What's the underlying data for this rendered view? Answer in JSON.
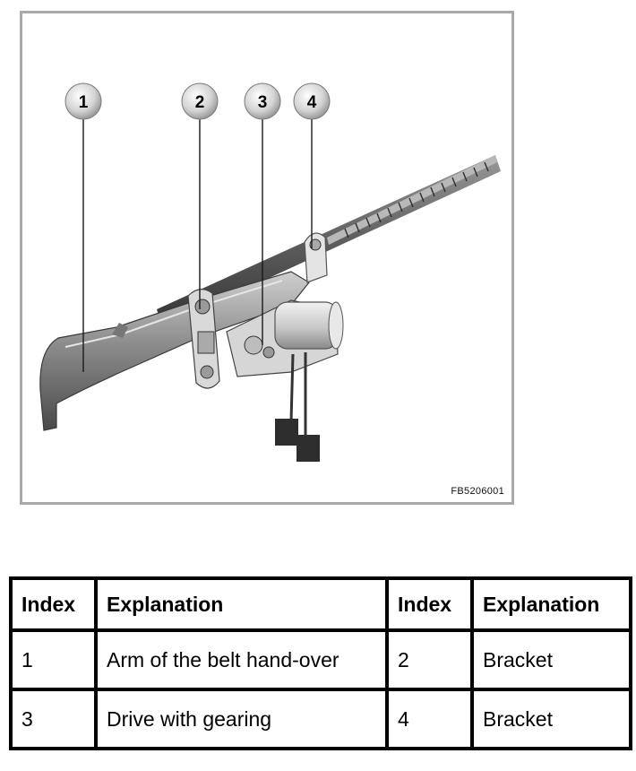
{
  "figure": {
    "code": "FB5206001",
    "callouts": [
      "1",
      "2",
      "3",
      "4"
    ]
  },
  "legend_table": {
    "headers": [
      "Index",
      "Explanation",
      "Index",
      "Explanation"
    ],
    "rows": [
      [
        "1",
        "Arm of the belt hand-over",
        "2",
        "Bracket"
      ],
      [
        "3",
        "Drive with gearing",
        "4",
        "Bracket"
      ]
    ]
  }
}
